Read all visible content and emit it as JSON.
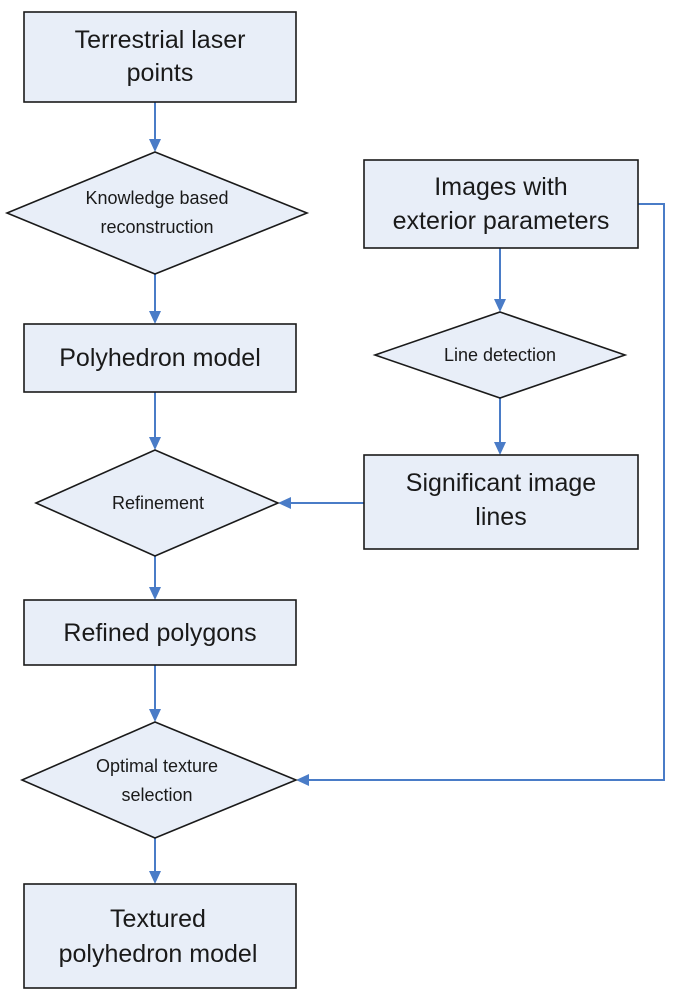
{
  "colors": {
    "node_fill": "#e8eef8",
    "node_stroke": "#1a1a1a",
    "connector": "#4a7cc7",
    "text": "#1a1a1a"
  },
  "nodes": {
    "terrestrial": {
      "line1": "Terrestrial laser",
      "line2": "points"
    },
    "knowledge": {
      "line1": "Knowledge based",
      "line2": "reconstruction"
    },
    "polyhedron": {
      "line1": "Polyhedron model"
    },
    "images": {
      "line1": "Images with",
      "line2": "exterior parameters"
    },
    "line_detection": {
      "line1": "Line detection"
    },
    "significant": {
      "line1": "Significant image",
      "line2": "lines"
    },
    "refinement": {
      "line1": "Refinement"
    },
    "refined_polygons": {
      "line1": "Refined polygons"
    },
    "optimal": {
      "line1": "Optimal texture",
      "line2": "selection"
    },
    "textured": {
      "line1": "Textured",
      "line2": "polyhedron model"
    }
  }
}
